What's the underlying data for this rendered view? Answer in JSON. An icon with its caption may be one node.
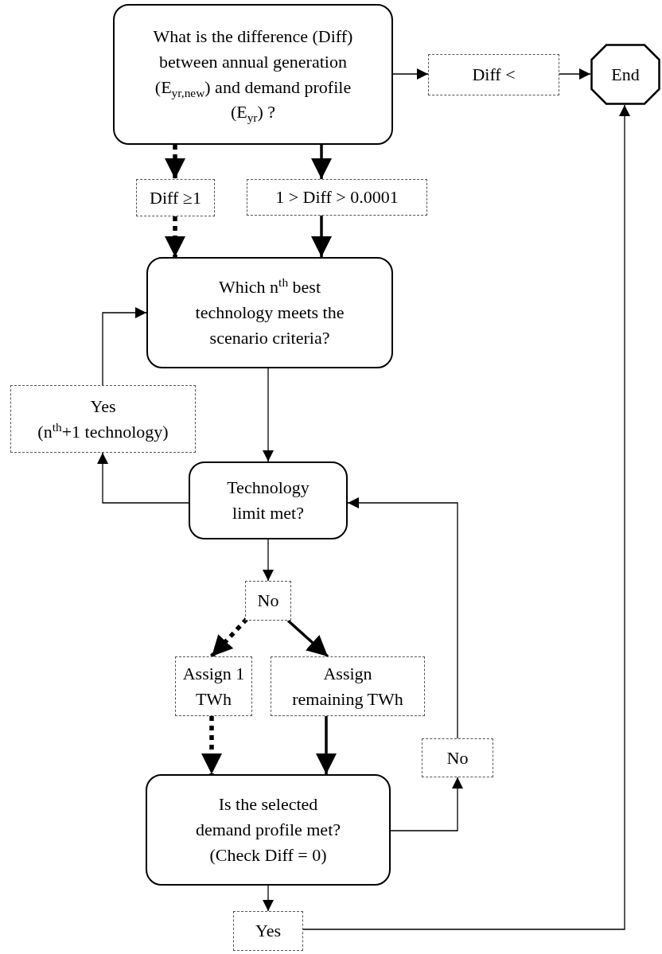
{
  "diagram": {
    "nodes": [
      {
        "text": [
          "What is the difference (Diff) between annual generation (E$_{yr,new}$) and demand profile (E$_{yr}$) ?"
        ]
      },
      {
        "text": [
          "Diff <"
        ]
      },
      {
        "text": [
          "End"
        ]
      },
      {
        "text": [
          "Diff ≥1"
        ]
      },
      {
        "text": [
          "1 > Diff > 0.0001"
        ]
      },
      {
        "text": [
          "Which n$^{th}$ best technology meets the scenario criteria?"
        ]
      },
      {
        "text": [
          "Yes",
          "(n$^{th}$+1 technology)"
        ]
      },
      {
        "text": [
          "Technology limit met?"
        ]
      },
      {
        "text": [
          "No"
        ]
      },
      {
        "text": [
          "Assign 1 TWh"
        ]
      },
      {
        "text": [
          "Assign remaining TWh"
        ]
      },
      {
        "text": [
          "No"
        ]
      },
      {
        "text": [
          "Is the selected demand profile met? (Check Diff = 0)"
        ]
      },
      {
        "text": [
          "Yes"
        ]
      }
    ],
    "edges": [
      {
        "from": 0,
        "to": 1,
        "arrow": "to"
      },
      {
        "from": 1,
        "to": 2,
        "arrow": "to"
      },
      {
        "from": 0,
        "to": 3,
        "arrow": "to",
        "style": "dashed"
      },
      {
        "from": 0,
        "to": 4,
        "arrow": "to",
        "style": "thick"
      },
      {
        "from": 3,
        "to": 5,
        "arrow": "to",
        "style": "dashed"
      },
      {
        "from": 4,
        "to": 5,
        "arrow": "to",
        "style": "thick"
      },
      {
        "from": 5,
        "to": 7,
        "arrow": "to"
      },
      {
        "from": 7,
        "to": 6,
        "arrow": "to"
      },
      {
        "from": 6,
        "to": 5,
        "arrow": "to"
      },
      {
        "from": 7,
        "to": 8,
        "arrow": "to"
      },
      {
        "from": 8,
        "to": 9,
        "arrow": "to",
        "style": "dashed"
      },
      {
        "from": 8,
        "to": 10,
        "arrow": "to",
        "style": "thick"
      },
      {
        "from": 9,
        "to": 12,
        "arrow": "to",
        "style": "dashed"
      },
      {
        "from": 10,
        "to": 12,
        "arrow": "to",
        "style": "thick"
      },
      {
        "from": 12,
        "to": 11,
        "arrow": "to"
      },
      {
        "from": 11,
        "to": 7,
        "arrow": "to"
      },
      {
        "from": 12,
        "to": 13,
        "arrow": "to"
      },
      {
        "from": 13,
        "to": 2,
        "arrow": "to"
      }
    ]
  }
}
